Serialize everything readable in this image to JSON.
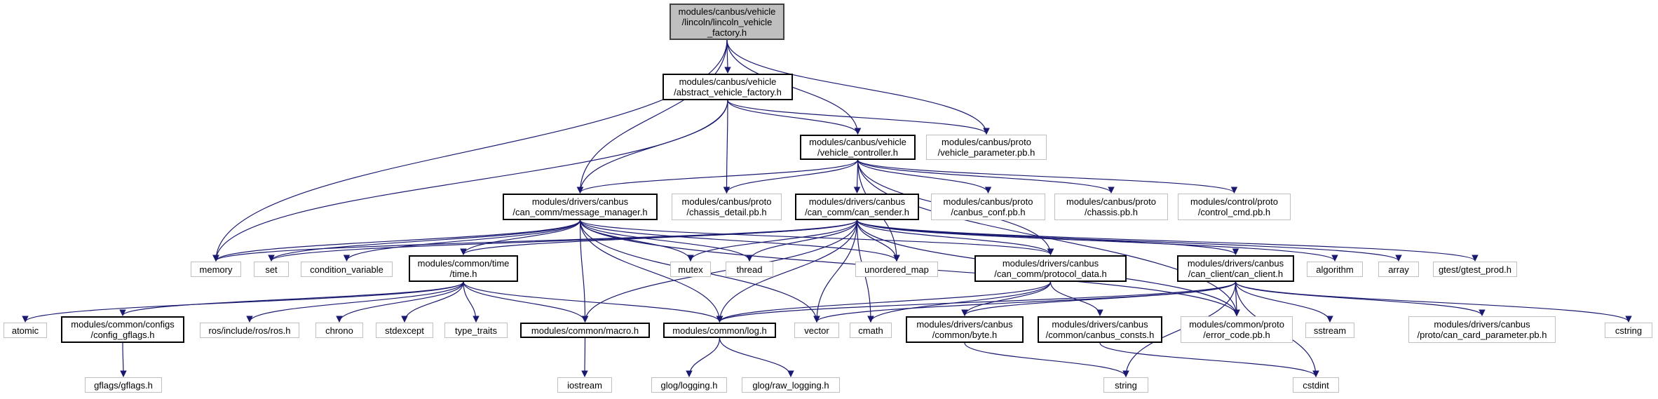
{
  "colors": {
    "edge": "#191970",
    "root_fill": "#bfbfbf",
    "documented_border": "#000000",
    "system_border": "#bfbfbf"
  },
  "nodes": {
    "root": {
      "label": "modules/canbus/vehicle\n/lincoln/lincoln_vehicle\n_factory.h",
      "kind": "root"
    },
    "avf": {
      "label": "modules/canbus/vehicle\n/abstract_vehicle_factory.h",
      "kind": "documented"
    },
    "vc": {
      "label": "modules/canbus/vehicle\n/vehicle_controller.h",
      "kind": "documented"
    },
    "vp": {
      "label": "modules/canbus/proto\n/vehicle_parameter.pb.h",
      "kind": "system"
    },
    "mm": {
      "label": "modules/drivers/canbus\n/can_comm/message_manager.h",
      "kind": "documented"
    },
    "cd": {
      "label": "modules/canbus/proto\n/chassis_detail.pb.h",
      "kind": "system"
    },
    "cs": {
      "label": "modules/drivers/canbus\n/can_comm/can_sender.h",
      "kind": "documented"
    },
    "cc": {
      "label": "modules/canbus/proto\n/canbus_conf.pb.h",
      "kind": "system"
    },
    "ch": {
      "label": "modules/canbus/proto\n/chassis.pb.h",
      "kind": "system"
    },
    "ctl": {
      "label": "modules/control/proto\n/control_cmd.pb.h",
      "kind": "system"
    },
    "memory": {
      "label": "memory",
      "kind": "system"
    },
    "set": {
      "label": "set",
      "kind": "system"
    },
    "condvar": {
      "label": "condition_variable",
      "kind": "system"
    },
    "time": {
      "label": "modules/common/time\n/time.h",
      "kind": "documented"
    },
    "mutex": {
      "label": "mutex",
      "kind": "system"
    },
    "thread": {
      "label": "thread",
      "kind": "system"
    },
    "umap": {
      "label": "unordered_map",
      "kind": "system"
    },
    "pd": {
      "label": "modules/drivers/canbus\n/can_comm/protocol_data.h",
      "kind": "documented"
    },
    "ccl": {
      "label": "modules/drivers/canbus\n/can_client/can_client.h",
      "kind": "documented"
    },
    "algorithm": {
      "label": "algorithm",
      "kind": "system"
    },
    "array": {
      "label": "array",
      "kind": "system"
    },
    "gtest": {
      "label": "gtest/gtest_prod.h",
      "kind": "system"
    },
    "atomic": {
      "label": "atomic",
      "kind": "system"
    },
    "cfg": {
      "label": "modules/common/configs\n/config_gflags.h",
      "kind": "documented"
    },
    "ros": {
      "label": "ros/include/ros/ros.h",
      "kind": "system"
    },
    "chrono": {
      "label": "chrono",
      "kind": "system"
    },
    "stdexcept": {
      "label": "stdexcept",
      "kind": "system"
    },
    "typetraits": {
      "label": "type_traits",
      "kind": "system"
    },
    "macro": {
      "label": "modules/common/macro.h",
      "kind": "documented"
    },
    "log": {
      "label": "modules/common/log.h",
      "kind": "documented"
    },
    "vector": {
      "label": "vector",
      "kind": "system"
    },
    "cmath": {
      "label": "cmath",
      "kind": "system"
    },
    "byte": {
      "label": "modules/drivers/canbus\n/common/byte.h",
      "kind": "documented"
    },
    "consts": {
      "label": "modules/drivers/canbus\n/common/canbus_consts.h",
      "kind": "documented"
    },
    "err": {
      "label": "modules/common/proto\n/error_code.pb.h",
      "kind": "system"
    },
    "sstream": {
      "label": "sstream",
      "kind": "system"
    },
    "ccp": {
      "label": "modules/drivers/canbus\n/proto/can_card_parameter.pb.h",
      "kind": "system"
    },
    "cstring": {
      "label": "cstring",
      "kind": "system"
    },
    "gflags": {
      "label": "gflags/gflags.h",
      "kind": "system"
    },
    "iostream": {
      "label": "iostream",
      "kind": "system"
    },
    "glog": {
      "label": "glog/logging.h",
      "kind": "system"
    },
    "rawlog": {
      "label": "glog/raw_logging.h",
      "kind": "system"
    },
    "string": {
      "label": "string",
      "kind": "system"
    },
    "cstdint": {
      "label": "cstdint",
      "kind": "system"
    }
  },
  "edges": [
    [
      "root",
      "avf"
    ],
    [
      "root",
      "vc"
    ],
    [
      "root",
      "vp"
    ],
    [
      "root",
      "mm"
    ],
    [
      "root",
      "memory"
    ],
    [
      "avf",
      "vc"
    ],
    [
      "avf",
      "vp"
    ],
    [
      "avf",
      "mm"
    ],
    [
      "avf",
      "cd"
    ],
    [
      "avf",
      "memory"
    ],
    [
      "vc",
      "mm"
    ],
    [
      "vc",
      "cd"
    ],
    [
      "vc",
      "cs"
    ],
    [
      "vc",
      "cc"
    ],
    [
      "vc",
      "ch"
    ],
    [
      "vc",
      "ctl"
    ],
    [
      "vc",
      "err"
    ],
    [
      "vc",
      "umap"
    ],
    [
      "vc",
      "pd"
    ],
    [
      "mm",
      "memory"
    ],
    [
      "mm",
      "set"
    ],
    [
      "mm",
      "condvar"
    ],
    [
      "mm",
      "time"
    ],
    [
      "mm",
      "mutex"
    ],
    [
      "mm",
      "thread"
    ],
    [
      "mm",
      "umap"
    ],
    [
      "mm",
      "pd"
    ],
    [
      "mm",
      "log"
    ],
    [
      "mm",
      "vector"
    ],
    [
      "mm",
      "macro"
    ],
    [
      "mm",
      "err"
    ],
    [
      "cs",
      "memory"
    ],
    [
      "cs",
      "set"
    ],
    [
      "cs",
      "time"
    ],
    [
      "cs",
      "mutex"
    ],
    [
      "cs",
      "thread"
    ],
    [
      "cs",
      "umap"
    ],
    [
      "cs",
      "pd"
    ],
    [
      "cs",
      "ccl"
    ],
    [
      "cs",
      "algorithm"
    ],
    [
      "cs",
      "array"
    ],
    [
      "cs",
      "gtest"
    ],
    [
      "cs",
      "log"
    ],
    [
      "cs",
      "vector"
    ],
    [
      "cs",
      "macro"
    ],
    [
      "cs",
      "cmath"
    ],
    [
      "cs",
      "err"
    ],
    [
      "time",
      "atomic"
    ],
    [
      "time",
      "cfg"
    ],
    [
      "time",
      "ros"
    ],
    [
      "time",
      "chrono"
    ],
    [
      "time",
      "stdexcept"
    ],
    [
      "time",
      "typetraits"
    ],
    [
      "time",
      "macro"
    ],
    [
      "time",
      "log"
    ],
    [
      "pd",
      "byte"
    ],
    [
      "pd",
      "consts"
    ],
    [
      "pd",
      "cmath"
    ],
    [
      "pd",
      "log"
    ],
    [
      "ccl",
      "err"
    ],
    [
      "ccl",
      "sstream"
    ],
    [
      "ccl",
      "ccp"
    ],
    [
      "ccl",
      "cstring"
    ],
    [
      "ccl",
      "vector"
    ],
    [
      "ccl",
      "log"
    ],
    [
      "ccl",
      "string"
    ],
    [
      "ccl",
      "cstdint"
    ],
    [
      "ccl",
      "byte"
    ],
    [
      "cfg",
      "gflags"
    ],
    [
      "macro",
      "iostream"
    ],
    [
      "log",
      "glog"
    ],
    [
      "log",
      "rawlog"
    ],
    [
      "byte",
      "string"
    ],
    [
      "consts",
      "cstdint"
    ]
  ]
}
